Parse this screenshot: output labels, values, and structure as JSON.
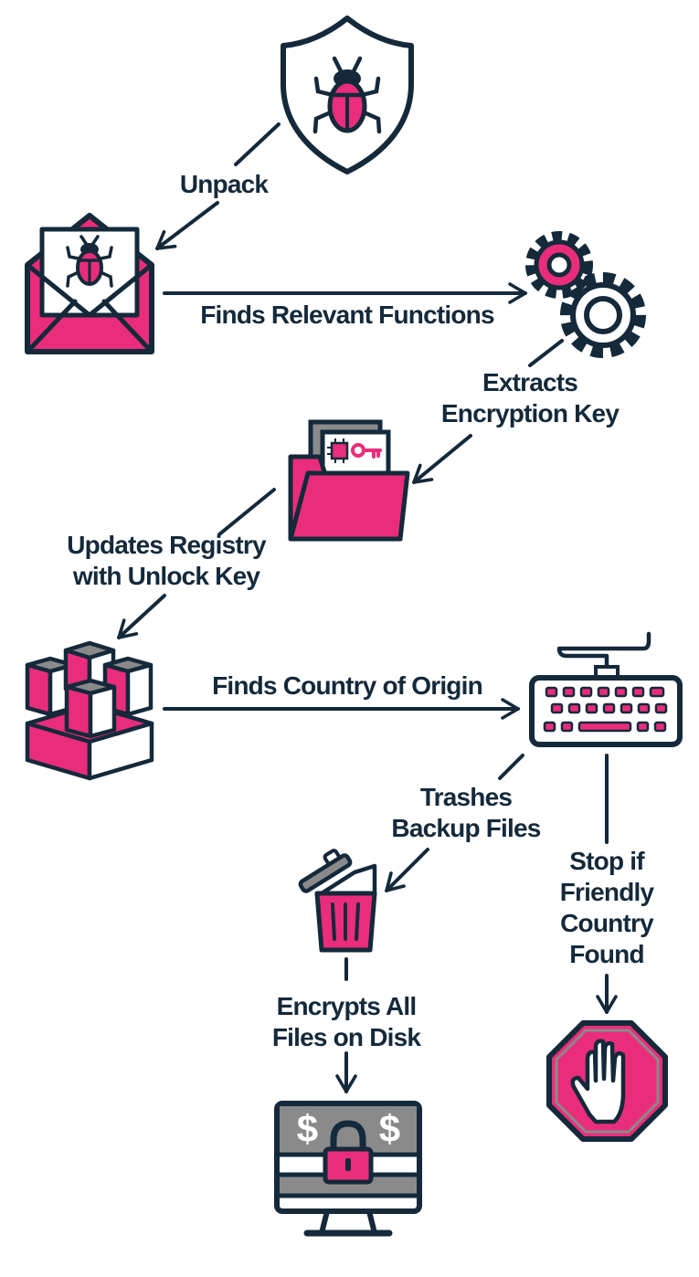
{
  "labels": {
    "unpack": "Unpack",
    "finds_relevant_functions": "Finds Relevant Functions",
    "extracts_key_line1": "Extracts",
    "extracts_key_line2": "Encryption Key",
    "updates_registry_line1": "Updates Registry",
    "updates_registry_line2": "with Unlock Key",
    "finds_country": "Finds Country of Origin",
    "trashes_line1": "Trashes",
    "trashes_line2": "Backup Files",
    "stop_line1": "Stop if",
    "stop_line2": "Friendly",
    "stop_line3": "Country",
    "stop_line4": "Found",
    "encrypts_line1": "Encrypts All",
    "encrypts_line2": "Files on Disk",
    "dollar_left": "$",
    "dollar_right": "$"
  },
  "icons": {
    "shield": "shield-bug-icon",
    "email": "email-bug-icon",
    "gears": "gears-icon",
    "folder": "folder-key-icon",
    "blocks": "blocks-icon",
    "keyboard": "keyboard-icon",
    "trash": "trash-icon",
    "stop": "stop-hand-icon",
    "computer": "computer-lock-icon"
  },
  "colors": {
    "outline": "#14293a",
    "accent": "#ea2d7b",
    "gray": "#8a8a8a"
  }
}
